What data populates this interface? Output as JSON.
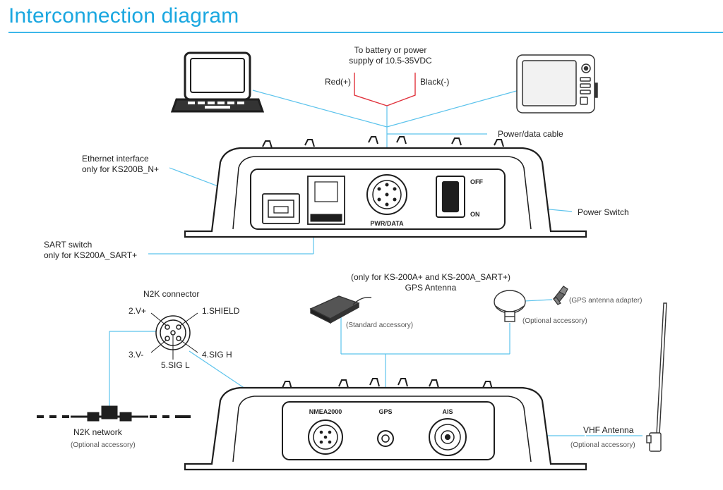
{
  "title": "Interconnection diagram",
  "labels": {
    "power_source": [
      "To battery or power",
      "supply of 10.5-35VDC"
    ],
    "red": "Red(+)",
    "black": "Black(-)",
    "power_cable": "Power/data cable",
    "ethernet": [
      "Ethernet interface",
      "only for KS200B_N+"
    ],
    "sart_switch": [
      "SART switch",
      "only for KS200A_SART+"
    ],
    "power_switch": "Power Switch",
    "off": "OFF",
    "on": "ON",
    "pwr_data": "PWR/DATA",
    "gps_header": [
      "(only for KS-200A+ and KS-200A_SART+)",
      "GPS Antenna"
    ],
    "standard_accessory": "(Standard accessory)",
    "optional_accessory": "(Optional accessory)",
    "gps_adapter": "(GPS antenna adapter)",
    "n2k_connector": "N2K connector",
    "pins": {
      "v_plus": "2.V+",
      "shield": "1.SHIELD",
      "v_minus": "3.V-",
      "sig_h": "4.SIG H",
      "sig_l": "5.SIG L"
    },
    "n2k_network": "N2K network",
    "n2k_optional": "(Optional accessory)",
    "nmea2000": "NMEA2000",
    "gps": "GPS",
    "ais": "AIS",
    "vhf_antenna": "VHF Antenna",
    "vhf_optional": "(Optional accessory)"
  },
  "colors": {
    "title": "#1aa7e0",
    "connector_line": "#5cc3ec",
    "power_positive": "#e0323c",
    "device_outline": "#1e1e1e"
  },
  "icons": [
    "laptop-icon",
    "chartplotter-icon",
    "gps-puck-antenna-icon",
    "gps-mushroom-antenna-icon",
    "gps-adapter-icon",
    "vhf-antenna-icon"
  ]
}
